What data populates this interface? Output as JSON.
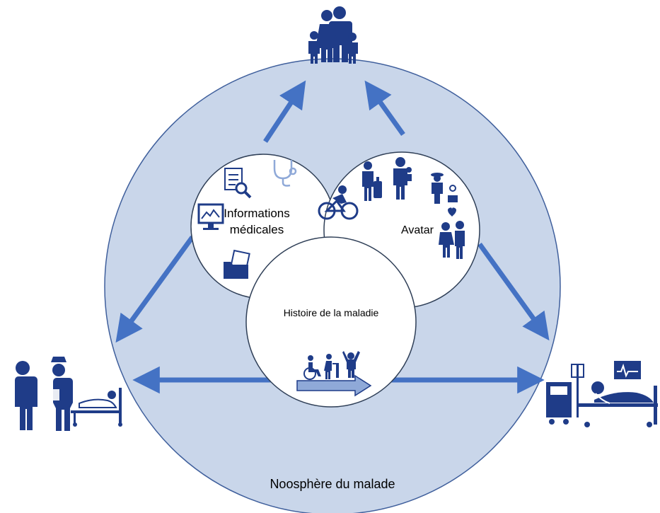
{
  "labels": {
    "outer": "Noosphère du malade",
    "medical_line1": "Informations",
    "medical_line2": "médicales",
    "avatar": "Avatar",
    "history": "Histoire de la maladie"
  },
  "icons": {
    "top": "family-icon",
    "left": "doctor-nurse-patient-bed-icon",
    "right": "icu-patient-bed-icon",
    "medical": [
      "documents-search-icon",
      "stethoscope-icon",
      "monitor-chart-icon",
      "medical-folder-icon"
    ],
    "avatar": [
      "cyclist-icon",
      "traveler-luggage-icon",
      "parent-child-icon",
      "gardener-icon",
      "couple-heart-icon"
    ],
    "history": [
      "wheelchair-icon",
      "walker-icon",
      "standing-person-icon",
      "progress-arrow"
    ]
  },
  "colors": {
    "outer_fill": "#c9d6ea",
    "outer_stroke": "#3f5f9c",
    "inner_fill": "#ffffff",
    "inner_stroke": "#2f3f57",
    "arrow": "#4472c4",
    "icon": "#1f3c88",
    "icon_light": "#8fa9d8",
    "text": "#000000"
  }
}
